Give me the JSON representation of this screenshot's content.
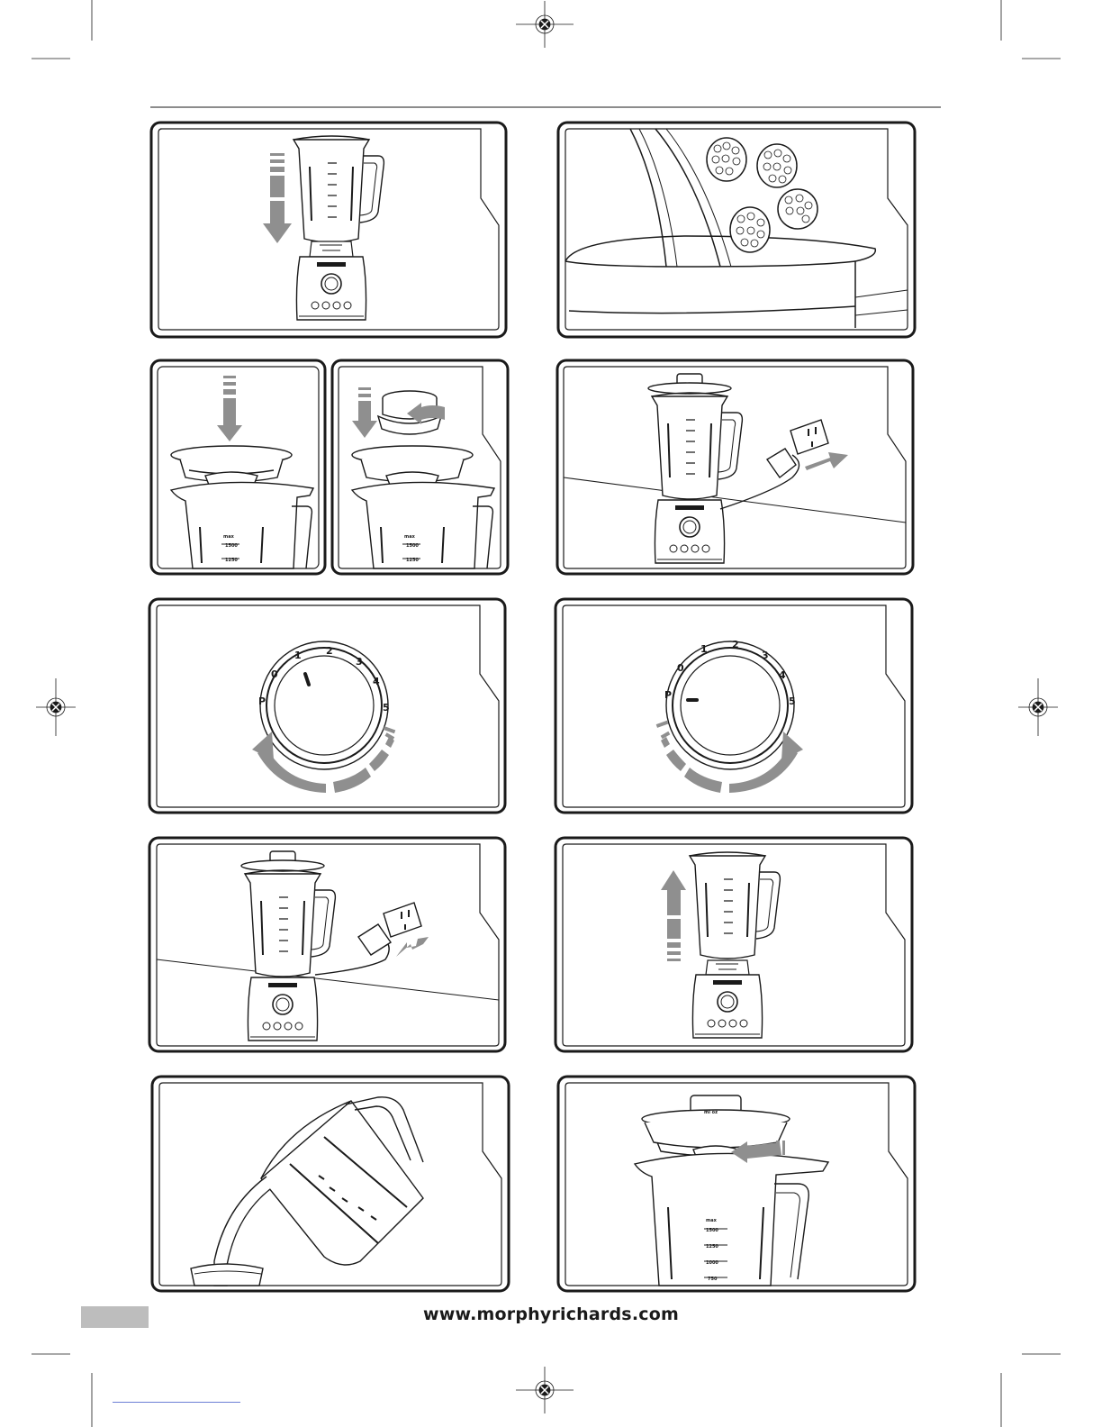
{
  "footer": {
    "url": "www.morphyrichards.com"
  },
  "dial": {
    "labels": [
      "P",
      "0",
      "1",
      "2",
      "3",
      "4",
      "5"
    ]
  },
  "jug_scale": {
    "units": "ml",
    "max": "max",
    "marks": [
      "1500",
      "1250",
      "1000",
      "750"
    ]
  },
  "lid_cap_text": "ml oz",
  "colors": {
    "arrow_gray": "#8f8f8f",
    "line": "#1a1a1a",
    "tab_gray": "#bdbdbd"
  }
}
